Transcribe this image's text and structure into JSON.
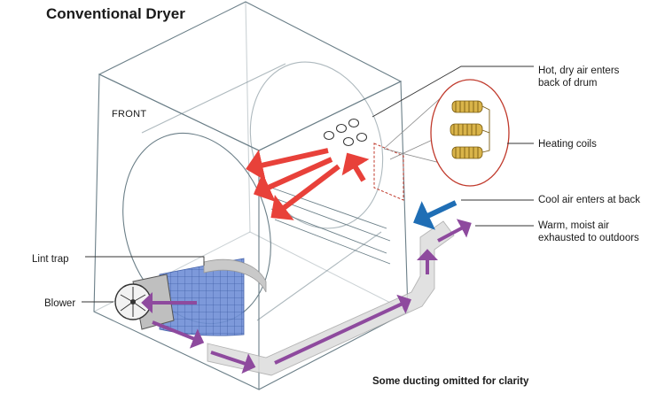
{
  "title": "Conventional Dryer",
  "labels": {
    "front": "FRONT",
    "hot_air_line1": "Hot, dry air enters",
    "hot_air_line2": "back of drum",
    "heating_coils": "Heating coils",
    "cool_air": "Cool air enters at back",
    "warm_air_line1": "Warm, moist air",
    "warm_air_line2": "exhausted to outdoors",
    "lint_trap": "Lint trap",
    "blower": "Blower",
    "note": "Some ducting omitted for clarity"
  },
  "colors": {
    "hot_air": "#e8413a",
    "cool_air": "#1f6eb5",
    "exhaust": "#8e4a9e",
    "heating_coil": "#d9b44a",
    "cabinet": "#6b7f88",
    "lint_trap": "#5a7fc8"
  }
}
